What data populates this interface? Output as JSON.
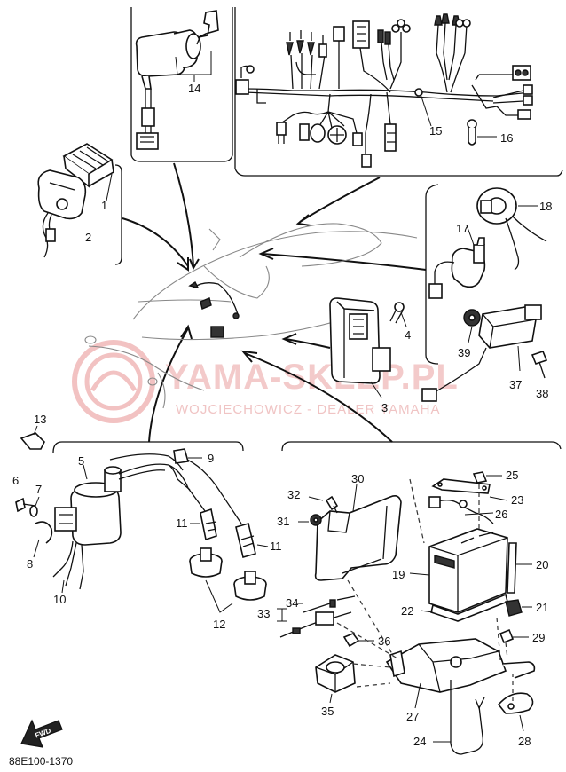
{
  "watermark": {
    "line1": "YAMA-SKLEP.PL",
    "line2": "WOJCIECHOWICZ - DEALER YAMAHA",
    "color": "#e05a5a"
  },
  "diagram_code": "88E100-1370",
  "fwd_label": "FWD",
  "callouts": {
    "n1": "1",
    "n2": "2",
    "n3": "3",
    "n4": "4",
    "n5": "5",
    "n6": "6",
    "n7": "7",
    "n8": "8",
    "n9": "9",
    "n10": "10",
    "n11a": "11",
    "n11b": "11",
    "n12": "12",
    "n13": "13",
    "n14": "14",
    "n15": "15",
    "n16": "16",
    "n17": "17",
    "n18": "18",
    "n19": "19",
    "n20": "20",
    "n21": "21",
    "n22": "22",
    "n23": "23",
    "n24": "24",
    "n25": "25",
    "n26": "26",
    "n27": "27",
    "n28": "28",
    "n29": "29",
    "n30": "30",
    "n31": "31",
    "n32": "32",
    "n33": "33",
    "n34": "34",
    "n35": "35",
    "n36": "36",
    "n37": "37",
    "n38": "38",
    "n39": "39"
  }
}
